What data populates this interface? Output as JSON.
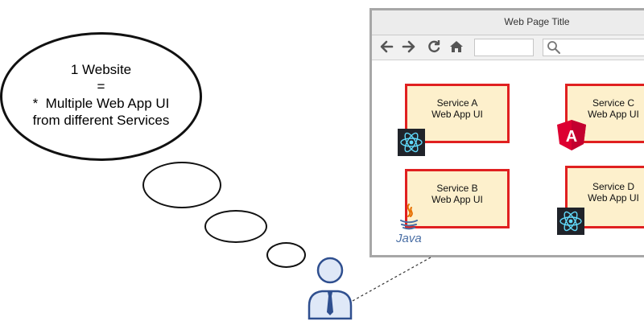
{
  "thought": {
    "line1": "1 Website",
    "line2": "=",
    "line3": "*  Multiple Web App UI",
    "line4": "from different Services"
  },
  "browser": {
    "title": "Web Page Title",
    "toolbar": {
      "back_icon": "arrow-left-icon",
      "forward_icon": "arrow-right-icon",
      "reload_icon": "reload-icon",
      "home_icon": "home-icon",
      "address_value": "",
      "search_value": ""
    }
  },
  "services": [
    {
      "name": "Service A",
      "subtitle": "Web App UI",
      "tech": "React"
    },
    {
      "name": "Service B",
      "subtitle": "Web App UI",
      "tech": "Java"
    },
    {
      "name": "Service C",
      "subtitle": "Web App UI",
      "tech": "Angular"
    },
    {
      "name": "Service D",
      "subtitle": "Web App UI",
      "tech": "React"
    }
  ],
  "java_label": "Java",
  "angular_label": "A",
  "colors": {
    "service_border": "#e02020",
    "service_fill": "#fdf0cc",
    "react_bg": "#20232a",
    "react_cyan": "#61dafb",
    "angular_red": "#dd0031",
    "java_blue": "#4a6fa5",
    "java_orange": "#e76f00",
    "person_fill": "#dfe8f7",
    "person_stroke": "#2f4f8f"
  }
}
